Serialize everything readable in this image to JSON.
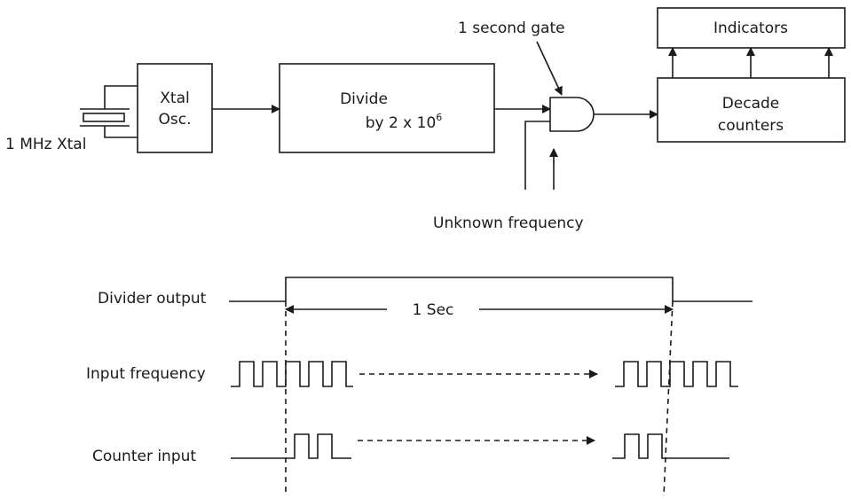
{
  "block_diagram": {
    "crystal_label": "1 MHz Xtal",
    "oscillator": {
      "line1": "Xtal",
      "line2": "Osc."
    },
    "divider": {
      "line1": "Divide",
      "line2_base": "by 2 x 10",
      "line2_exponent": "6"
    },
    "gate_label": "1 second gate",
    "unknown_frequency_label": "Unknown frequency",
    "indicators_label": "Indicators",
    "counters": {
      "line1": "Decade",
      "line2": "counters"
    }
  },
  "timing_diagram": {
    "divider_output_label": "Divider output",
    "period_label": "1 Sec",
    "input_frequency_label": "Input frequency",
    "counter_input_label": "Counter input"
  }
}
